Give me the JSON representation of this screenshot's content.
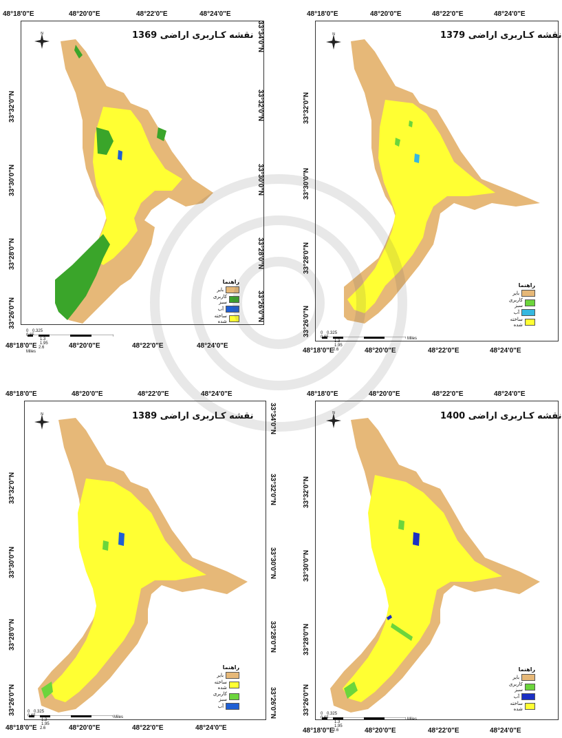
{
  "colors": {
    "bayer": "#e6b878",
    "green1369": "#3aa52a",
    "green": "#6cd53c",
    "water": "#1f5fd4",
    "water1379": "#36b8e0",
    "water1400": "#1b2fc4",
    "built": "#ffff33"
  },
  "lon_ticks": [
    "48°18'0\"E",
    "48°20'0\"E",
    "48°22'0\"E",
    "48°24'0\"E"
  ],
  "panels": [
    {
      "title": "نقشه کـاربری اراضی 1369",
      "lat_left": [
        "33°32'0\"N",
        "33°30'0\"N",
        "33°28'0\"N",
        "33°26'0\"N"
      ],
      "lat_right": [
        "33°34'0\"N",
        "33°32'0\"N",
        "33°30'0\"N",
        "33°28'0\"N",
        "33°26'0\"N"
      ],
      "legend": {
        "title": "راهنما",
        "items": [
          {
            "label": "بایر",
            "color": "#e6b878"
          },
          {
            "label": "کاربری سبز",
            "color": "#3aa52a"
          },
          {
            "label": "آب",
            "color": "#1f5fd4"
          },
          {
            "label": "ساخته شده",
            "color": "#ffff33"
          }
        ]
      },
      "scale": {
        "ticks": [
          "0",
          "0.325",
          "0.65",
          "1.3",
          "1.95",
          "2.6"
        ],
        "unit": "Miles"
      },
      "north": "N"
    },
    {
      "title": "نقشه کـاربری اراضی 1379",
      "lat_left": [
        "33°32'0\"N",
        "33°30'0\"N",
        "33°28'0\"N",
        "33°26'0\"N"
      ],
      "lat_right": [],
      "legend": {
        "title": "راهنما",
        "items": [
          {
            "label": "بایر",
            "color": "#e6b878"
          },
          {
            "label": "کاربری سبز",
            "color": "#6cd53c"
          },
          {
            "label": "آب",
            "color": "#36b8e0"
          },
          {
            "label": "ساخته شده",
            "color": "#ffff33"
          }
        ]
      },
      "scale": {
        "ticks": [
          "0",
          "0.325",
          "0.65",
          "1.3",
          "1.95",
          "2.6"
        ],
        "unit": "Miles"
      },
      "north": "N"
    },
    {
      "title": "نقشه کـاربری اراضی 1389",
      "lat_left": [
        "33°32'0\"N",
        "33°30'0\"N",
        "33°28'0\"N",
        "33°26'0\"N"
      ],
      "lat_right": [
        "33°34'0\"N",
        "33°32'0\"N",
        "33°30'0\"N",
        "33°28'0\"N",
        "33°26'0\"N"
      ],
      "legend": {
        "title": "راهنما",
        "items": [
          {
            "label": "بایر",
            "color": "#e6b878"
          },
          {
            "label": "ساخته شده",
            "color": "#ffff33"
          },
          {
            "label": "کاربری سبز",
            "color": "#6cd53c"
          },
          {
            "label": "آب",
            "color": "#1f5fd4"
          }
        ]
      },
      "scale": {
        "ticks": [
          "0",
          "0.325",
          "0.65",
          "1.3",
          "1.95",
          "2.6"
        ],
        "unit": "Miles"
      },
      "north": "N"
    },
    {
      "title": "نقشه کـاربری اراضی 1400",
      "lat_left": [
        "33°32'0\"N",
        "33°30'0\"N",
        "33°28'0\"N",
        "33°26'0\"N"
      ],
      "lat_right": [],
      "legend": {
        "title": "راهنما",
        "items": [
          {
            "label": "بایر",
            "color": "#e6b878"
          },
          {
            "label": "کاربری سبز",
            "color": "#6cd53c"
          },
          {
            "label": "آب",
            "color": "#1b2fc4"
          },
          {
            "label": "ساخته شده",
            "color": "#ffff33"
          }
        ]
      },
      "scale": {
        "ticks": [
          "0",
          "0.325",
          "0.65",
          "1.3",
          "1.95",
          "2.6"
        ],
        "unit": "Miles"
      },
      "north": "N"
    }
  ]
}
